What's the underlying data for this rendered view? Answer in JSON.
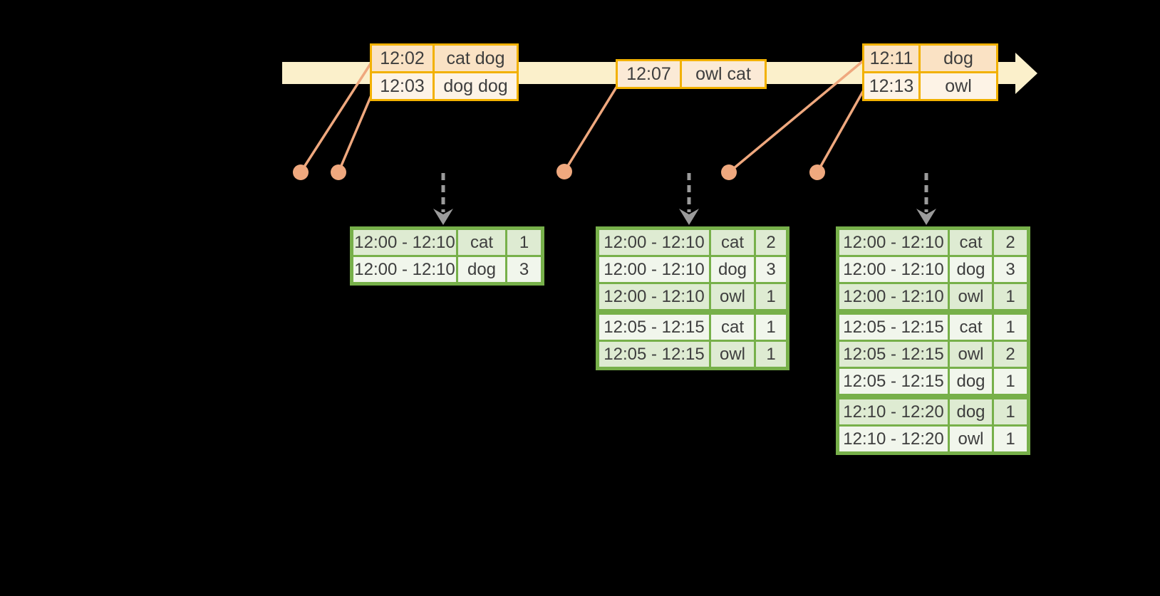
{
  "colors": {
    "timeline": "#FBF0CB",
    "event_border": "#F2B100",
    "event_row_dark": "#FAE2C4",
    "event_row_light": "#FDF3E6",
    "event_row_mid": "#FBEAD6",
    "connector": "#EFA87E",
    "arrow_gray": "#9B9B9B",
    "result_border": "#77B04A",
    "result_row_dark": "#DEEBD2",
    "result_row_light": "#F1F6EC",
    "text": "#3E3E3E"
  },
  "timeline": {
    "event_tables": [
      {
        "rows": [
          [
            "12:02",
            "cat dog"
          ],
          [
            "12:03",
            "dog dog"
          ]
        ]
      },
      {
        "rows": [
          [
            "12:07",
            "owl cat"
          ]
        ]
      },
      {
        "rows": [
          [
            "12:11",
            "dog"
          ],
          [
            "12:13",
            "owl"
          ]
        ]
      }
    ]
  },
  "result_tables": [
    {
      "rows": [
        [
          "12:00 - 12:10",
          "cat",
          "1"
        ],
        [
          "12:00 - 12:10",
          "dog",
          "3"
        ]
      ]
    },
    {
      "rows": [
        [
          "12:00 - 12:10",
          "cat",
          "2"
        ],
        [
          "12:00 - 12:10",
          "dog",
          "3"
        ],
        [
          "12:00 - 12:10",
          "owl",
          "1"
        ],
        [
          "12:05 - 12:15",
          "cat",
          "1"
        ],
        [
          "12:05 - 12:15",
          "owl",
          "1"
        ]
      ]
    },
    {
      "rows": [
        [
          "12:00 - 12:10",
          "cat",
          "2"
        ],
        [
          "12:00 - 12:10",
          "dog",
          "3"
        ],
        [
          "12:00 - 12:10",
          "owl",
          "1"
        ],
        [
          "12:05 - 12:15",
          "cat",
          "1"
        ],
        [
          "12:05 - 12:15",
          "owl",
          "2"
        ],
        [
          "12:05 - 12:15",
          "dog",
          "1"
        ],
        [
          "12:10 - 12:20",
          "dog",
          "1"
        ],
        [
          "12:10 - 12:20",
          "owl",
          "1"
        ]
      ]
    }
  ]
}
